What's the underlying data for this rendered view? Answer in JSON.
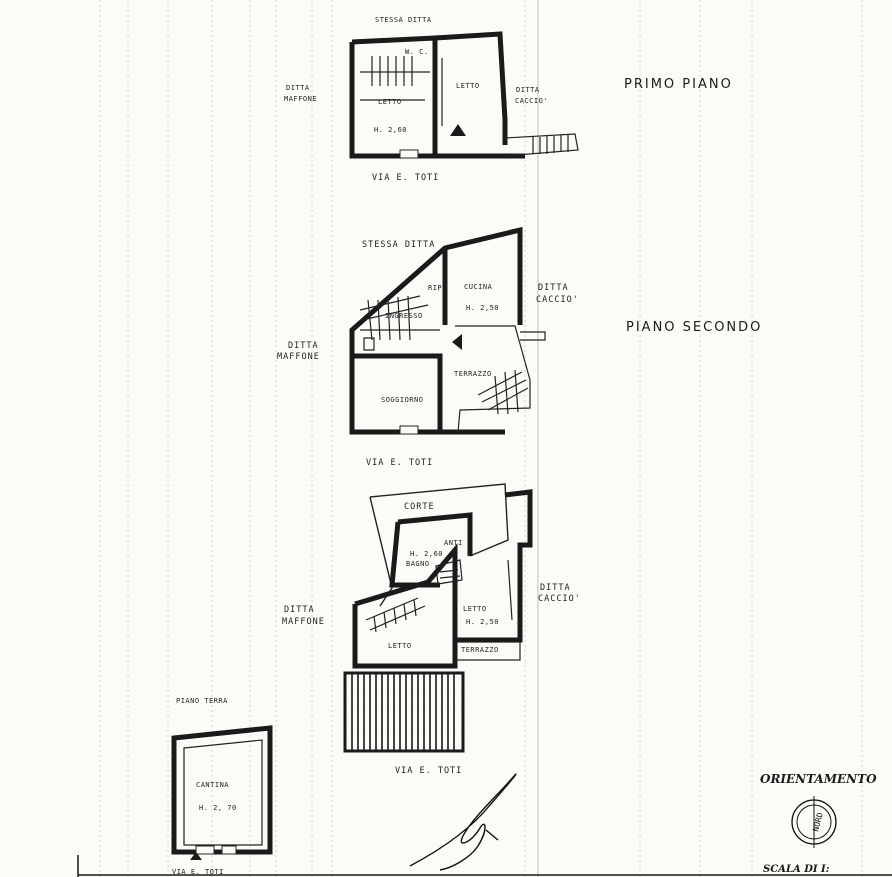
{
  "floor_titles": {
    "primo": "PRIMO PIANO",
    "secondo": "PIANO SECONDO",
    "terra": "PIANO TERRA"
  },
  "plan1": {
    "top": "STESSA DITTA",
    "left_line1": "DITTA",
    "left_line2": "MAFFONE",
    "right_line1": "DITTA",
    "right_line2": "CACCIO'",
    "wc": "W. C.",
    "letto_a": "LETTO",
    "letto_b": "LETTO",
    "height": "H. 2,60",
    "street": "VIA E. TOTI"
  },
  "plan2": {
    "top": "STESSA DITTA",
    "left_line1": "DITTA",
    "left_line2": "MAFFONE",
    "right_line1": "DITTA",
    "right_line2": "CACCIO'",
    "rip": "RIP.",
    "cucina": "CUCINA",
    "height": "H. 2,50",
    "ingresso": "INGRESSO",
    "terrazzo": "TERRAZZO",
    "soggiorno": "SOGGIORNO",
    "street": "VIA E. TOTI"
  },
  "plan3": {
    "corte": "CORTE",
    "anti": "ANTI",
    "height_a": "H. 2,60",
    "bagno": "BAGNO",
    "left_line1": "DITTA",
    "left_line2": "MAFFONE",
    "right_line1": "DITTA",
    "right_line2": "CACCIO'",
    "letto_a": "LETTO",
    "height_b": "H. 2,50",
    "letto_b": "LETTO",
    "terrazzo": "TERRAZZO",
    "street": "VIA E. TOTI"
  },
  "plan4": {
    "cantina": "CANTINA",
    "height": "H. 2, 70",
    "street": "VIA E. TOTI"
  },
  "orientamento": "ORIENTAMENTO",
  "nord": "NORD",
  "scala": "SCALA DI I:"
}
